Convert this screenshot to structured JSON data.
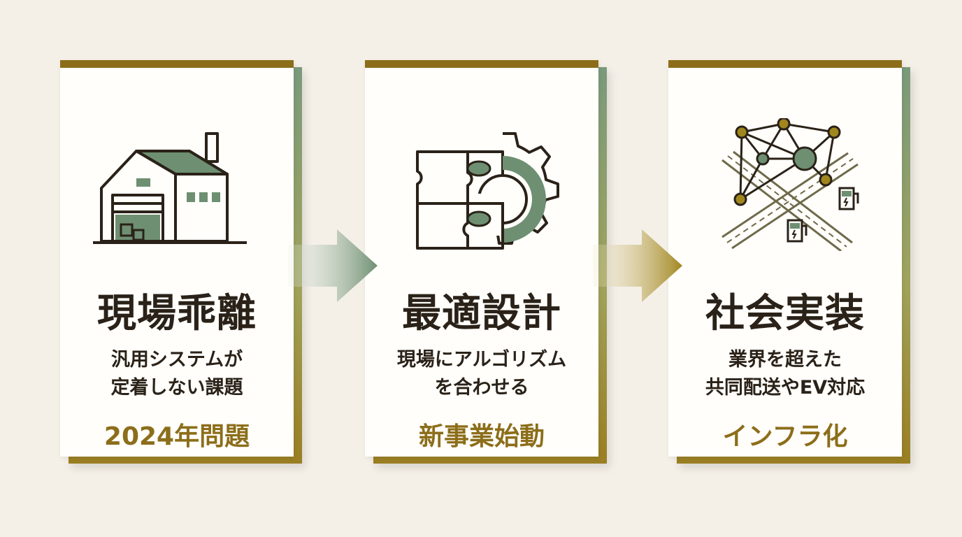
{
  "colors": {
    "background": "#f4f0e8",
    "gold": "#8c6e1a",
    "green": "#6e8f72",
    "ink": "#2a2218"
  },
  "steps": [
    {
      "icon": "factory-icon",
      "title": "現場乖離",
      "desc_line1": "汎用システムが",
      "desc_line2": "定着しない課題",
      "tag": "2024年問題"
    },
    {
      "icon": "puzzle-gear-icon",
      "title": "最適設計",
      "desc_line1": "現場にアルゴリズム",
      "desc_line2": "を合わせる",
      "tag": "新事業始動"
    },
    {
      "icon": "network-ev-icon",
      "title": "社会実装",
      "desc_line1": "業界を超えた",
      "desc_line2": "共同配送やEV対応",
      "tag": "インフラ化"
    }
  ],
  "arrows": [
    "flow-arrow-1",
    "flow-arrow-2"
  ]
}
